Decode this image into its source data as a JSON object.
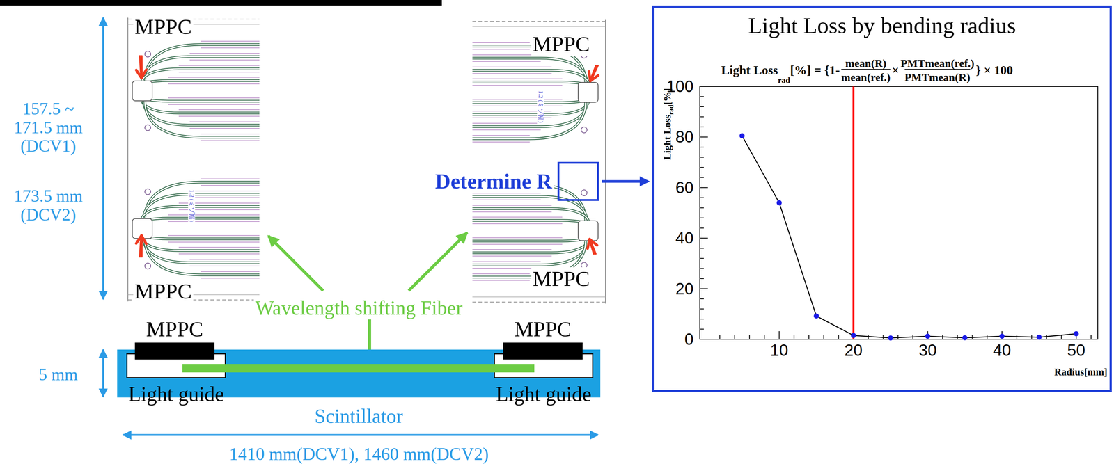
{
  "diagram": {
    "nodes": [
      {
        "text": [
          "Light Loss by bending radius"
        ]
      },
      {
        "text": [
          "Determine R"
        ]
      },
      {
        "text": [
          "Scintillator"
        ]
      },
      {
        "text": [
          "Light guide"
        ],
        "in": 2
      },
      {
        "text": [
          "Light guide"
        ],
        "in": 2
      },
      {
        "text": [
          "MPPC"
        ]
      },
      {
        "text": [
          "MPPC"
        ]
      }
    ],
    "edges": [
      {
        "from": 1,
        "to": 0,
        "arrow": "to"
      }
    ],
    "labels": [
      "157.5 ~ 171.5 mm (DCV1)",
      "173.5 mm (DCV2)",
      "MPPC",
      "MPPC",
      "MPPC",
      "MPPC",
      "1.2 (ミゾ幅)",
      "1.2 (ミゾ幅)",
      "Wavelength shifting Fiber",
      "5 mm",
      "1410 mm(DCV1), 1460 mm(DCV2)",
      "Light Loss",
      "rad",
      "[%] = {1-",
      "mean(R)",
      "mean(ref.)",
      "×",
      "PMTmean(ref.)",
      "PMTmean(R)",
      "} × 100",
      "Light Loss",
      "rad",
      "[%]",
      "100",
      "80",
      "60",
      "40",
      "20",
      "0",
      "10",
      "20",
      "30",
      "40",
      "50",
      "Radius[mm]"
    ]
  }
}
